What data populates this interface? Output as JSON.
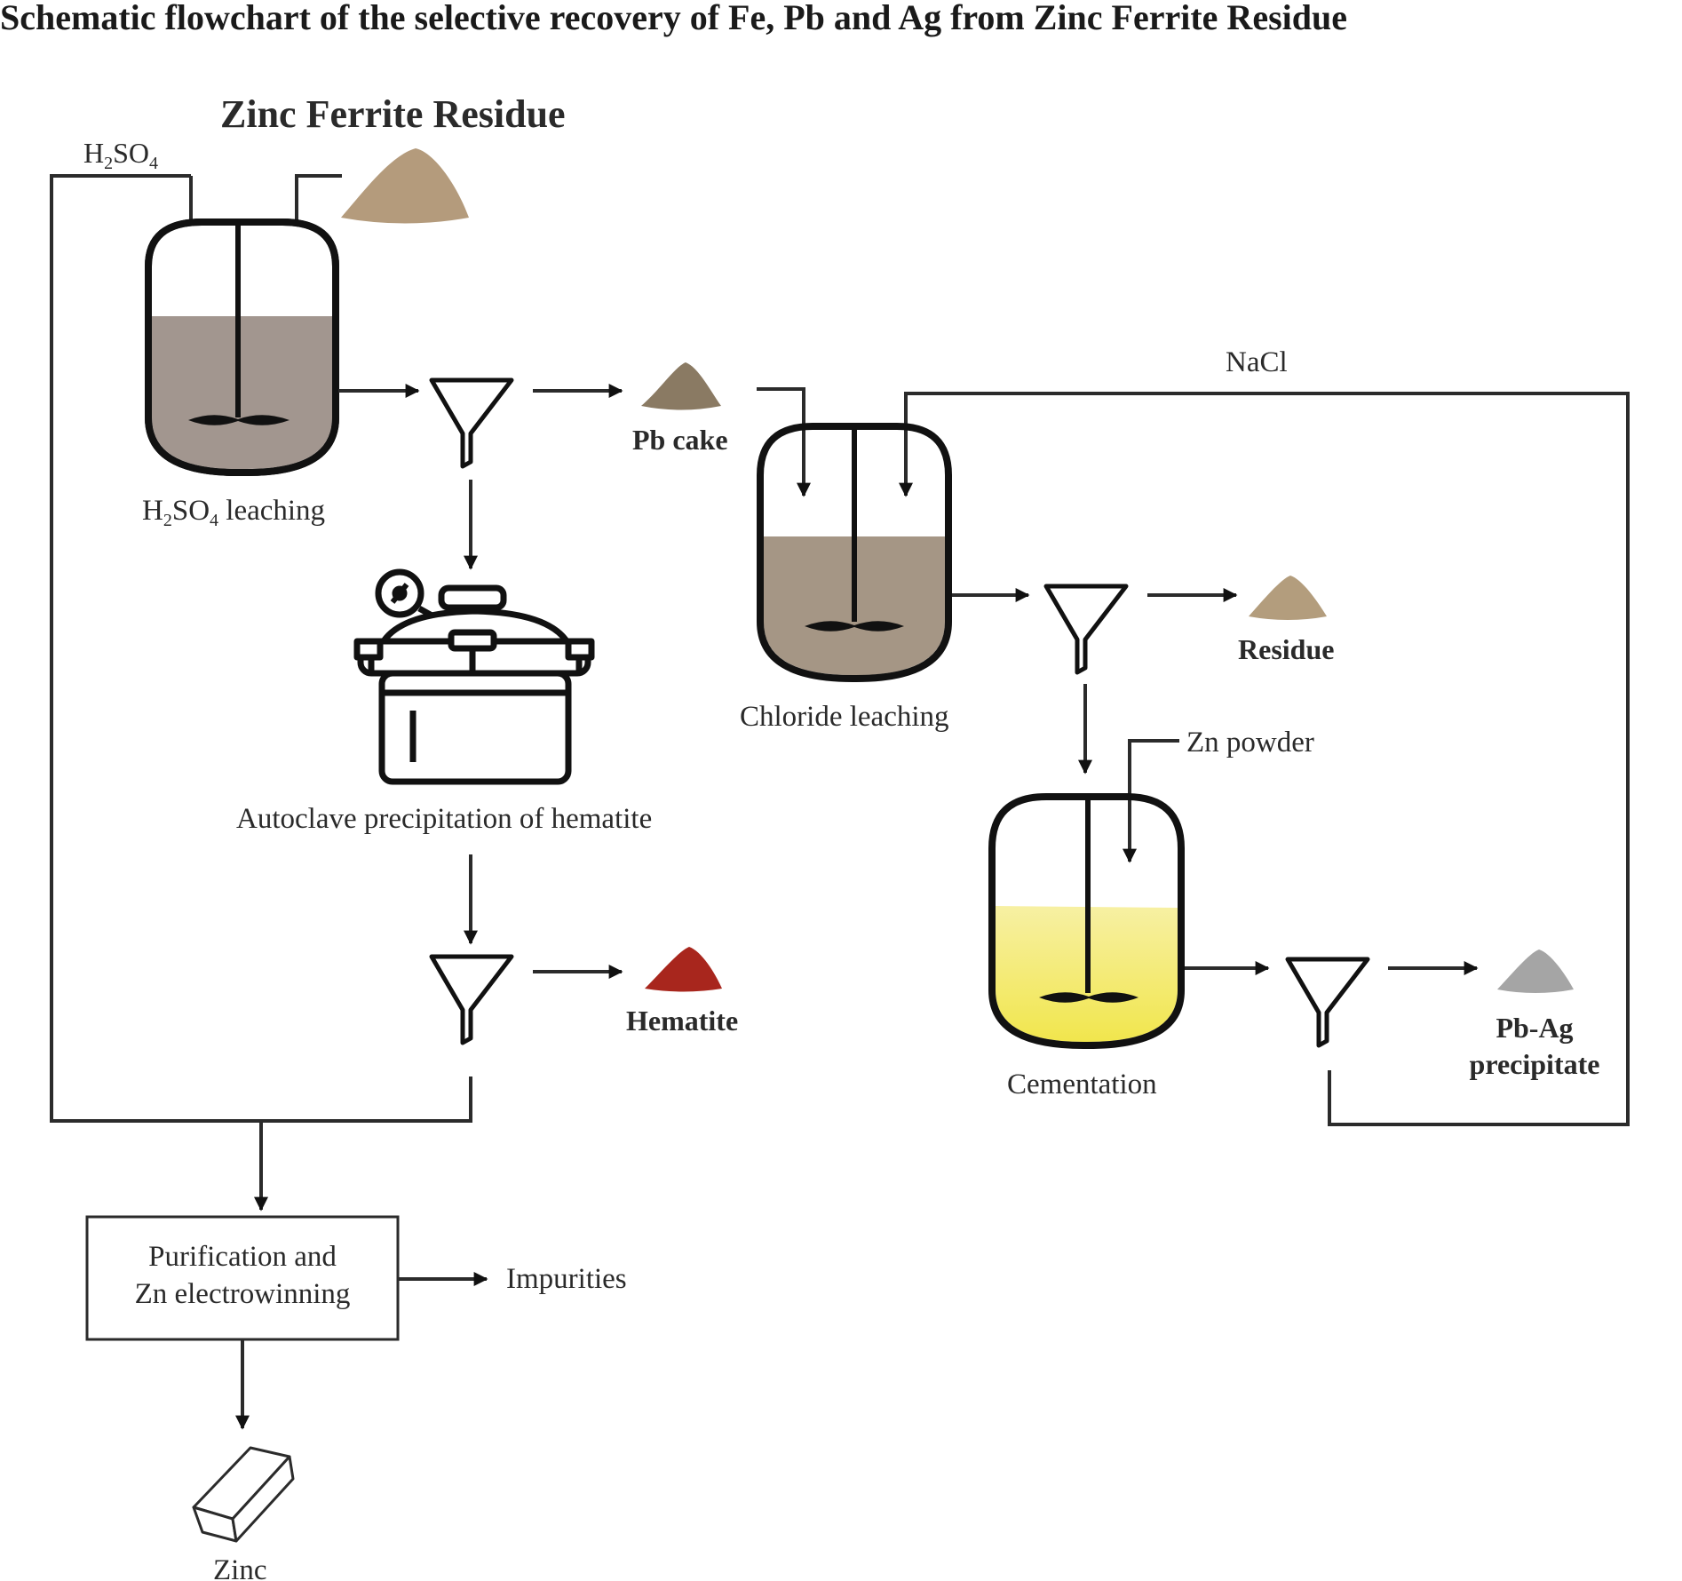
{
  "title": "Schematic flowchart of the selective recovery of Fe, Pb and Ag from Zinc Ferrite Residue",
  "feed": {
    "label": "Zinc Ferrite Residue",
    "reagent_main": "H",
    "reagent_sub1": "2",
    "reagent_mid": "SO",
    "reagent_sub2": "4"
  },
  "stages": {
    "h2so4_leaching": {
      "label_main": "H",
      "label_sub1": "2",
      "label_mid": "SO",
      "label_sub2": "4",
      "label_end": " leaching"
    },
    "autoclave": {
      "label": "Autoclave precipitation of hematite"
    },
    "chloride_leaching": {
      "label": "Chloride leaching",
      "reagent": "NaCl"
    },
    "cementation": {
      "label": "Cementation",
      "reagent": "Zn powder"
    },
    "purification": {
      "line1": "Purification and",
      "line2": "Zn electrowinning"
    }
  },
  "products": {
    "pb_cake": {
      "label": "Pb cake",
      "color": "#8a7a63"
    },
    "hematite": {
      "label": "Hematite",
      "color": "#a8261d"
    },
    "residue": {
      "label": "Residue",
      "color": "#b39d7d"
    },
    "pb_ag": {
      "line1": "Pb-Ag",
      "line2": "precipitate",
      "color": "#a5a5a5"
    },
    "impurities": {
      "label": "Impurities"
    },
    "zinc": {
      "label": "Zinc"
    }
  },
  "colors": {
    "residue_feed": "#b49b7c",
    "slurry": "#a2968f",
    "chloride_slurry": "#a59685",
    "cementation_solution": "#f5ec8f",
    "line": "#2b2b2b"
  }
}
